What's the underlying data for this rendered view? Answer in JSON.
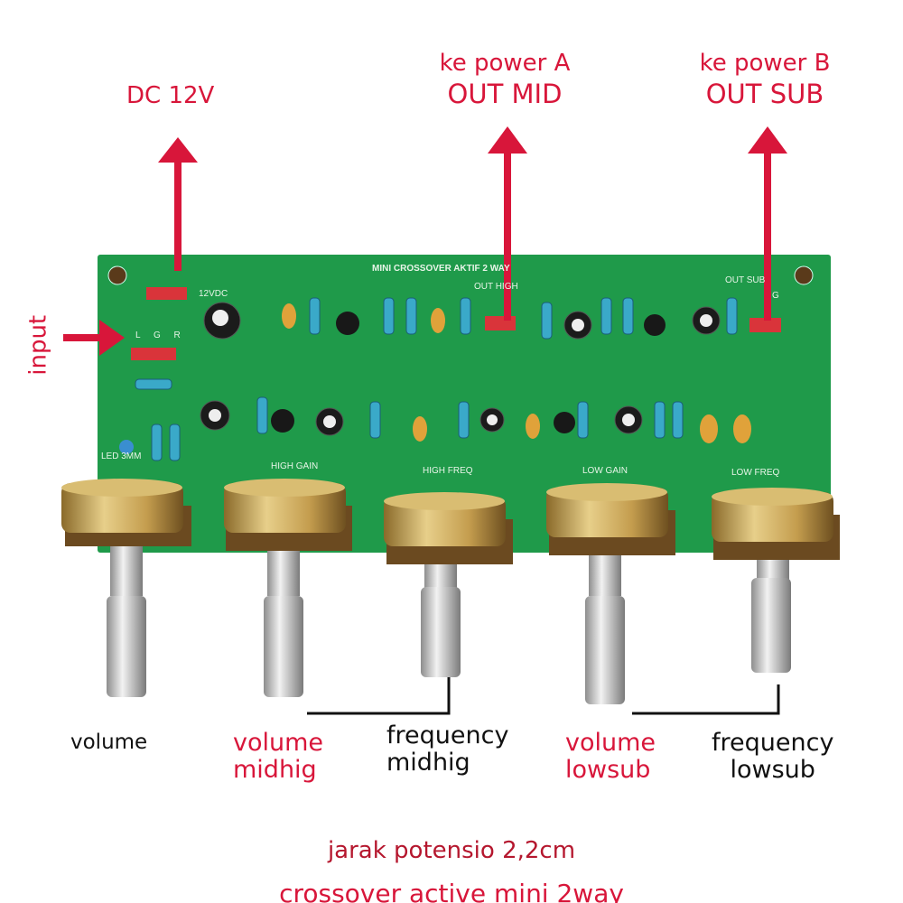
{
  "labels": {
    "dc12v": "DC 12V",
    "power_a_line1": "ke power A",
    "power_a_line2": "OUT MID",
    "power_b_line1": "ke power B",
    "power_b_line2": "OUT SUB",
    "input": "input",
    "volume": "volume",
    "volume_midhig_1": "volume",
    "volume_midhig_2": "midhig",
    "freq_midhig_1": "frequency",
    "freq_midhig_2": "midhig",
    "volume_lowsub_1": "volume",
    "volume_lowsub_2": "lowsub",
    "freq_lowsub_1": "frequency",
    "freq_lowsub_2": "lowsub",
    "footer_1": "jarak potensio 2,2cm",
    "footer_2": "crossover active mini 2way"
  },
  "board": {
    "title": "MINI CROSSOVER AKTIF 2 WAY",
    "vdc": "12VDC",
    "lgr": "L G R",
    "out_mid": "OUT HIGH",
    "out_sub": "OUT SUB",
    "g": "G",
    "led": "LED 3MM",
    "high_gain": "HIGH GAIN",
    "high_freq": "HIGH FREQ",
    "low_gain": "LOW GAIN",
    "low_freq": "LOW FREQ"
  },
  "colors": {
    "accent": "#d8163a",
    "pcb": "#1f9a4a",
    "brass": "#c9a553"
  }
}
